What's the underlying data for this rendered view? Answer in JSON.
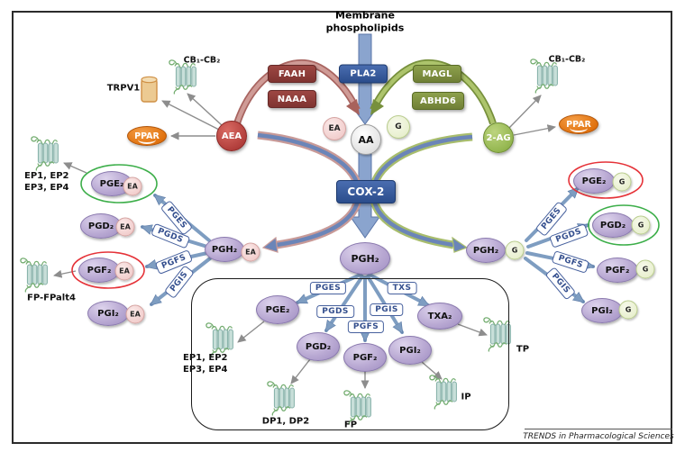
{
  "title": {
    "line1": "Membrane",
    "line2": "phospholipids"
  },
  "caption": "TRENDS in Pharmacological Sciences",
  "enzyme_boxes": {
    "pla2": "PLA2",
    "cox2": "COX-2",
    "faah": "FAAH",
    "naaa": "NAAA",
    "magl": "MAGL",
    "abhd6": "ABHD6"
  },
  "synthases": {
    "pges": "PGES",
    "pgds": "PGDS",
    "pgfs": "PGFS",
    "pgis": "PGIS",
    "txs": "TXS"
  },
  "metabolites": {
    "aa": "AA",
    "ea": "EA",
    "g": "G",
    "aea": "AEA",
    "ag2": "2-AG"
  },
  "prostanoids": {
    "pgh2": "PGH₂",
    "pge2": "PGE₂",
    "pgd2": "PGD₂",
    "pgf2": "PGF₂",
    "pgi2": "PGI₂",
    "txa2": "TXA₂"
  },
  "receptors": {
    "trpv1": "TRPV1",
    "ppar": "PPAR",
    "cb": "CB₁-CB₂",
    "ep_a": "EP1, EP2",
    "ep_b": "EP3, EP4",
    "fp_alt": "FP-FPalt4",
    "dp": "DP1, DP2",
    "fp": "FP",
    "ip": "IP",
    "tp": "TP"
  },
  "colors": {
    "navy": "#2b4d8c",
    "brick": "#8a3a37",
    "olive": "#75883a",
    "purple": "#b3a2cd",
    "orange": "#e0720f",
    "red_ring": "#e53238",
    "green_ring": "#3cae49",
    "arrow_blue": "#7e9dc1",
    "ribbon_blue": "#6b85b8",
    "ribbon_pink": "#c89a98",
    "ribbon_green": "#a8bd6d",
    "receptor_teal": "#c8dfd9"
  }
}
